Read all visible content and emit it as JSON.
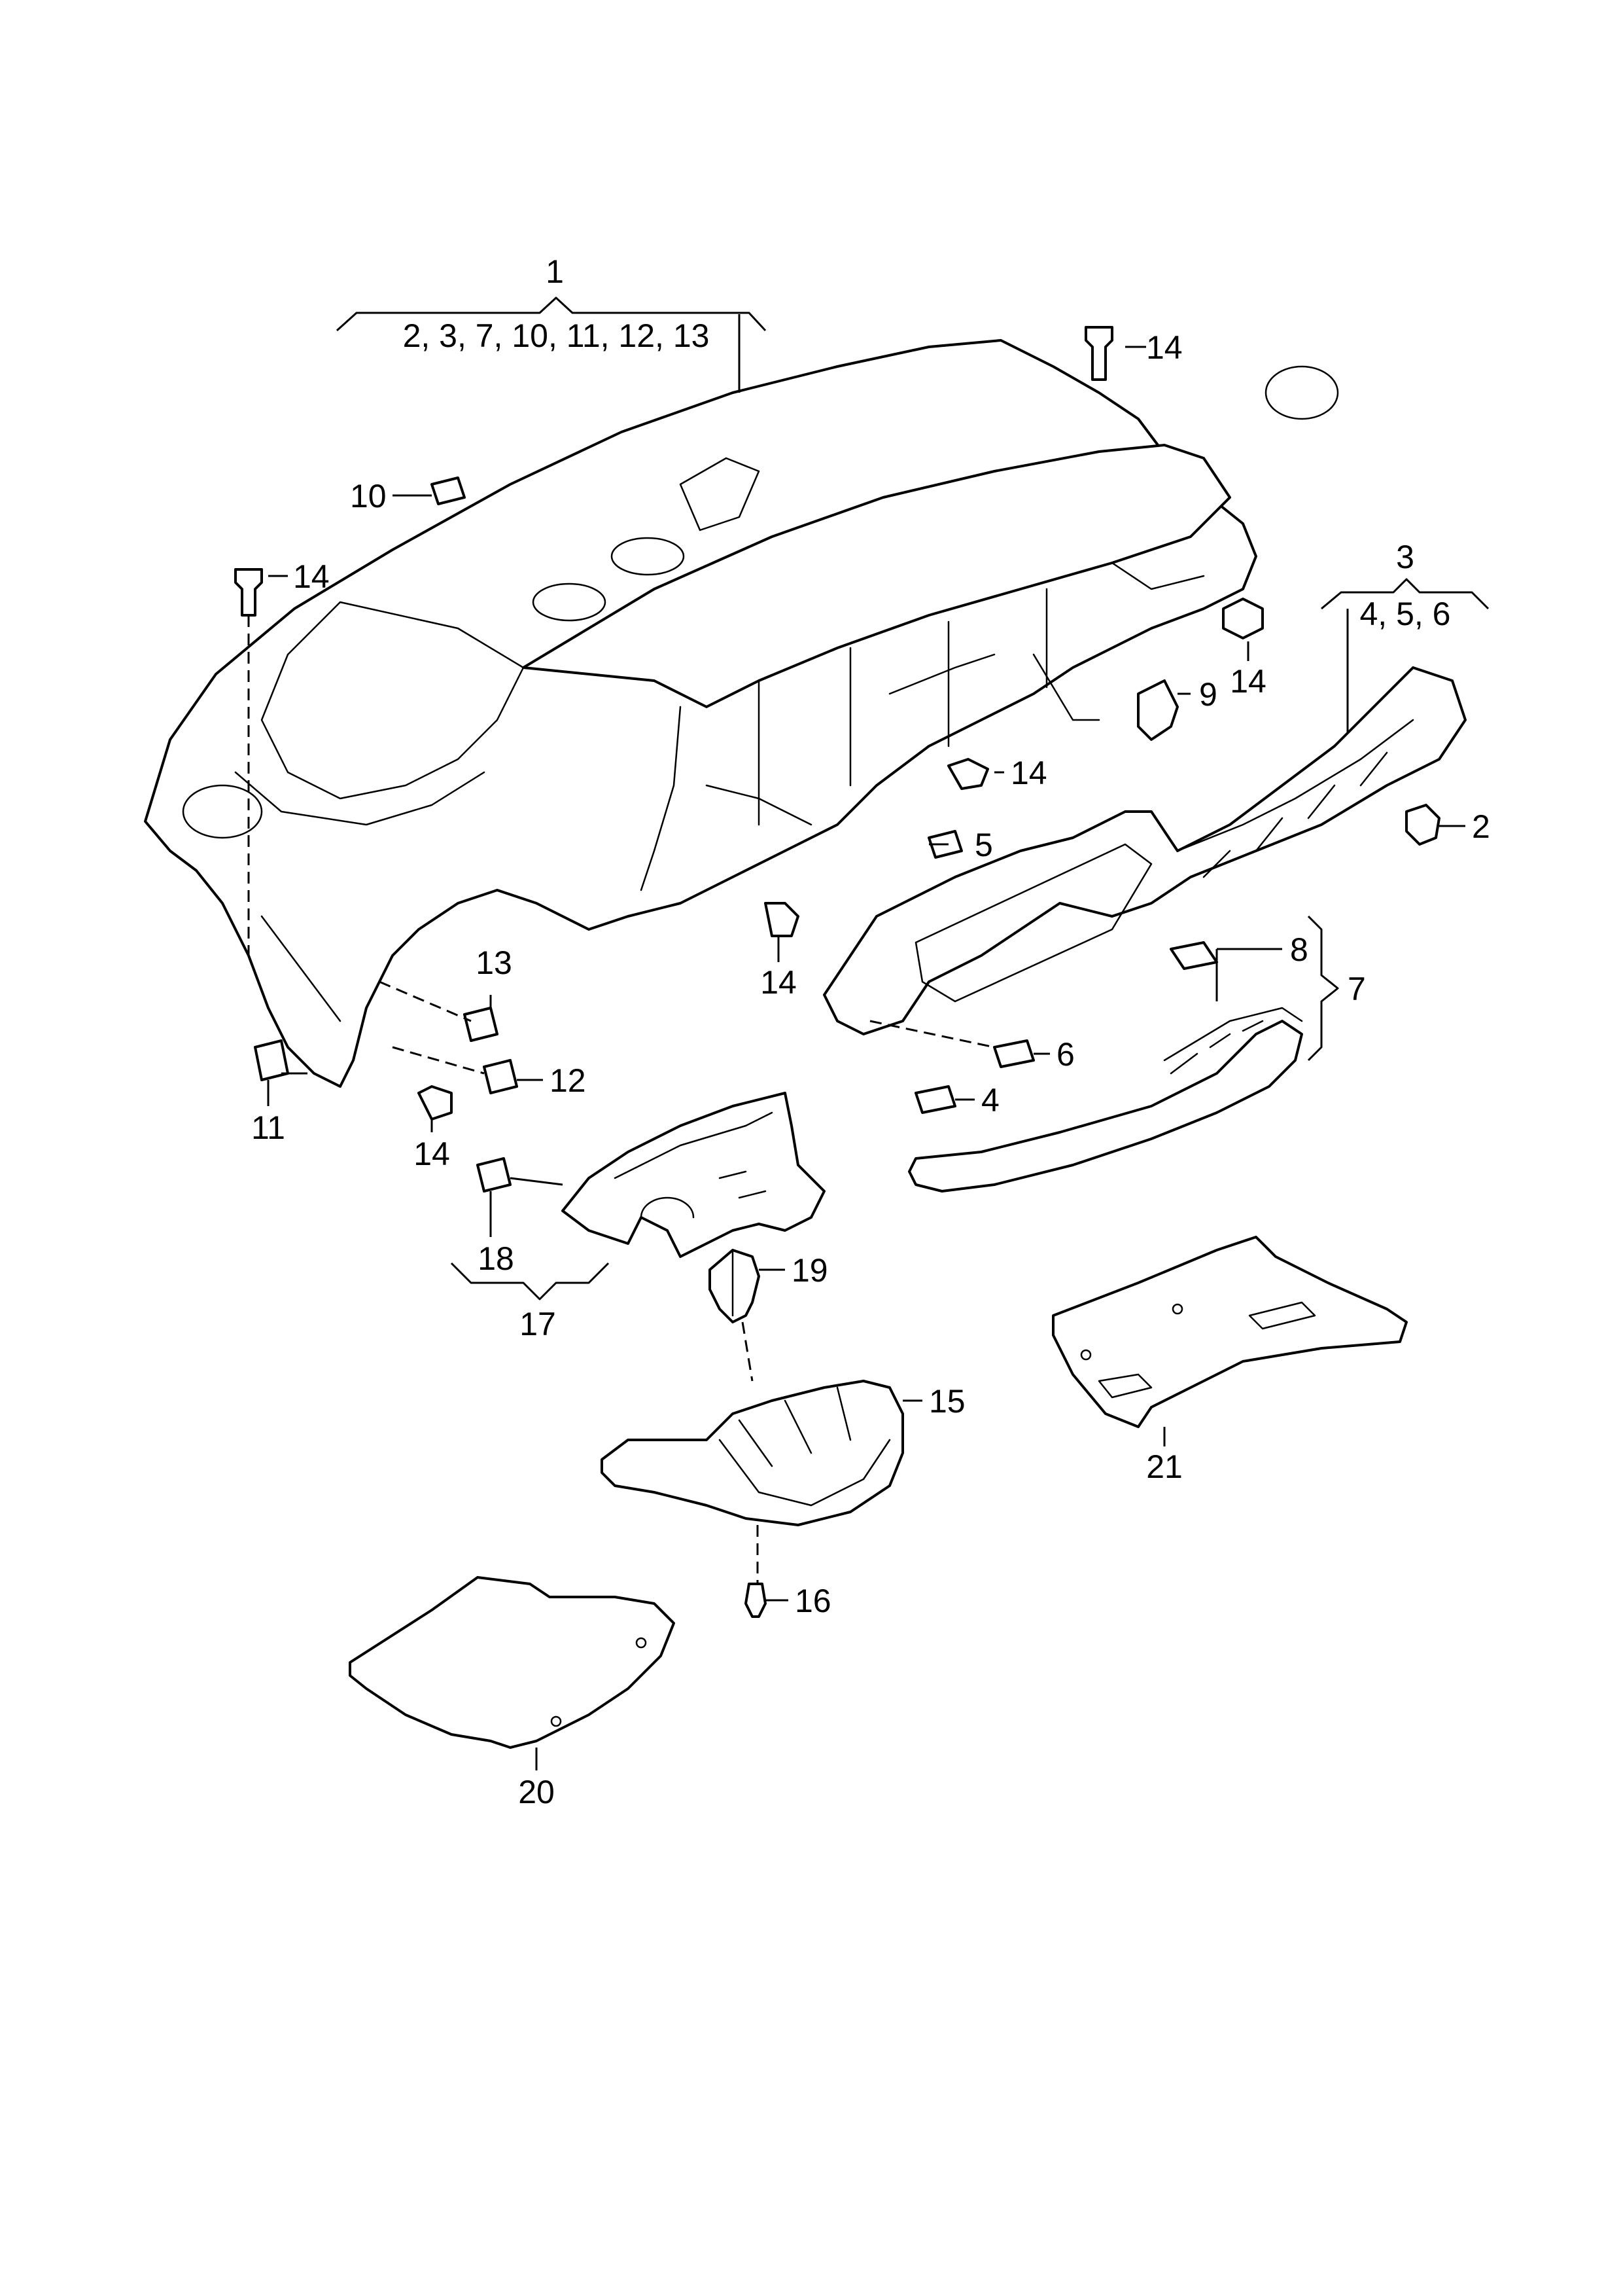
{
  "callouts": {
    "c1": "1",
    "c1_sub": "2, 3, 7, 10, 11, 12, 13",
    "c2": "2",
    "c3": "3",
    "c3_sub": "4, 5, 6",
    "c4": "4",
    "c5": "5",
    "c6": "6",
    "c7": "7",
    "c8": "8",
    "c9": "9",
    "c10": "10",
    "c11": "11",
    "c12": "12",
    "c13": "13",
    "c14": "14",
    "c15": "15",
    "c16": "16",
    "c17": "17",
    "c18": "18",
    "c19": "19",
    "c20": "20",
    "c21": "21"
  },
  "icons": [
    "dashboard-panel",
    "cross-member",
    "trim-strip",
    "steering-column-cover-upper",
    "steering-column-cover-lower",
    "insulation-mat",
    "screw",
    "clip",
    "switch"
  ]
}
